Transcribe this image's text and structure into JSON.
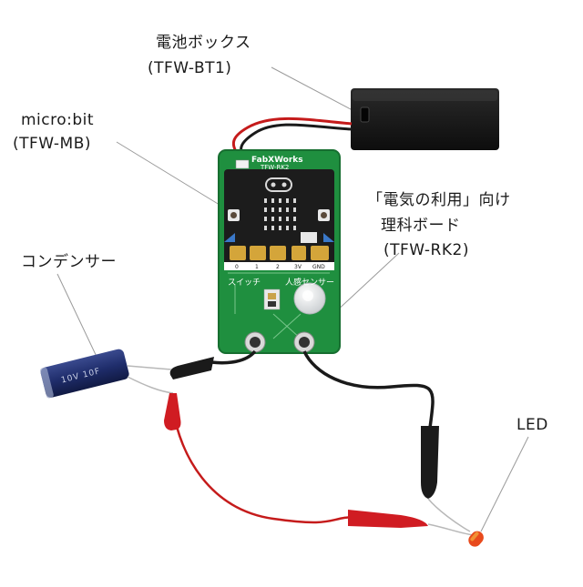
{
  "callouts": {
    "battery_box": {
      "name": "電池ボックス",
      "model": "(TFW-BT1)"
    },
    "microbit": {
      "name": "micro:bit",
      "model": "(TFW-MB)"
    },
    "board": {
      "line1": "「電気の利用」向け",
      "line2": "理科ボード",
      "model": "(TFW-RK2)"
    },
    "capacitor": {
      "name": "コンデンサー"
    },
    "led": {
      "name": "LED"
    }
  },
  "board_print": {
    "brand": "FabXWorks",
    "model": "TFW-RK2",
    "switch_label": "スイッチ",
    "sensor_label": "人感センサー",
    "pins": [
      "0",
      "1",
      "2",
      "3V",
      "GND"
    ]
  },
  "capacitor_print": "10V 10F",
  "colors": {
    "pcb": "#1f8f3f",
    "microbit": "#1c1c1c",
    "battery": "#151515",
    "red_clip": "#d01c22",
    "black_clip": "#1a1a1a",
    "capacitor": "#1f2d6b",
    "led": "#e84a1c",
    "led_accent": "#f2a33a"
  }
}
